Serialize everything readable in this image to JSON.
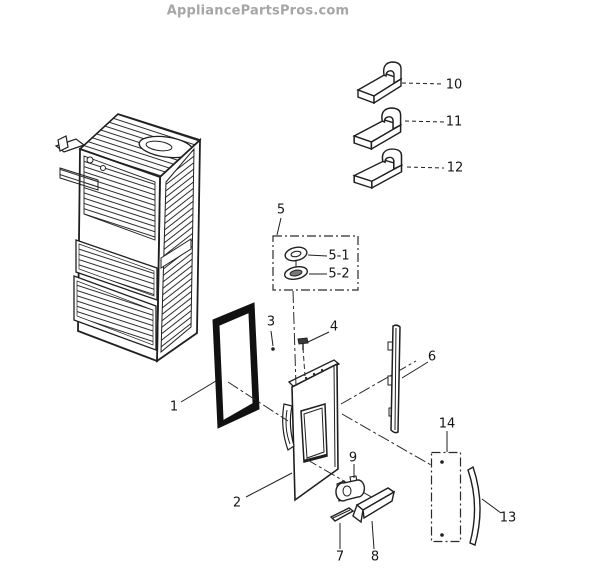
{
  "watermark": "AppliancePartsPros.com",
  "labels": {
    "p1": "1",
    "p2": "2",
    "p3": "3",
    "p4": "4",
    "p5": "5",
    "p5_1": "5-1",
    "p5_2": "5-2",
    "p6": "6",
    "p7": "7",
    "p8": "8",
    "p9": "9",
    "p10": "10",
    "p11": "11",
    "p12": "12",
    "p13": "13",
    "p14": "14"
  },
  "colors": {
    "line": "#1f1f1f",
    "watermark": "#a6a6a6",
    "background": "#ffffff"
  }
}
